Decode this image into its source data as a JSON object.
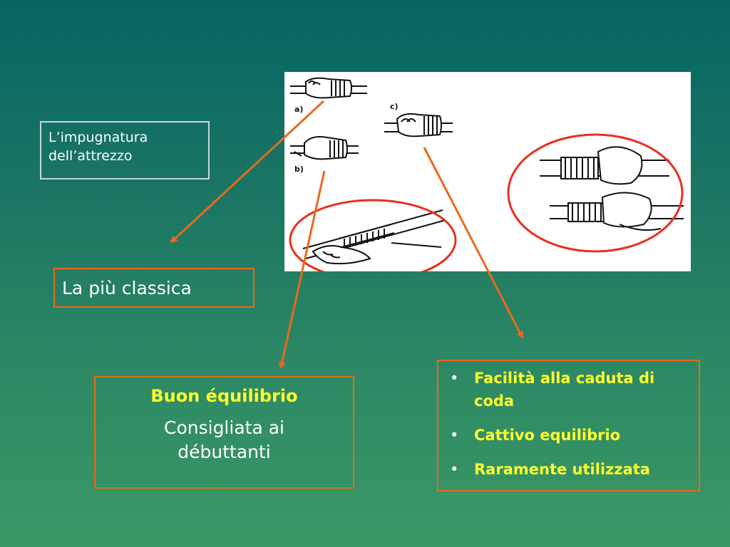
{
  "title": {
    "line1": "L’impugnatura",
    "line2": "dell’attrezzo"
  },
  "classic": {
    "label": "La più classica"
  },
  "balance": {
    "heading": "Buon équilibrio",
    "body_line1": "Consigliata ai",
    "body_line2": "débuttanti"
  },
  "cons": {
    "items": [
      "Facilità alla caduta di coda",
      "Cattivo equilibrio",
      "Raramente utilizzata"
    ]
  },
  "illustration": {
    "labels": [
      "a)",
      "b)",
      "c)"
    ]
  },
  "colors": {
    "accent": "#e86a1c",
    "highlight_text": "#ffff2e",
    "circle": "#e8301c"
  }
}
